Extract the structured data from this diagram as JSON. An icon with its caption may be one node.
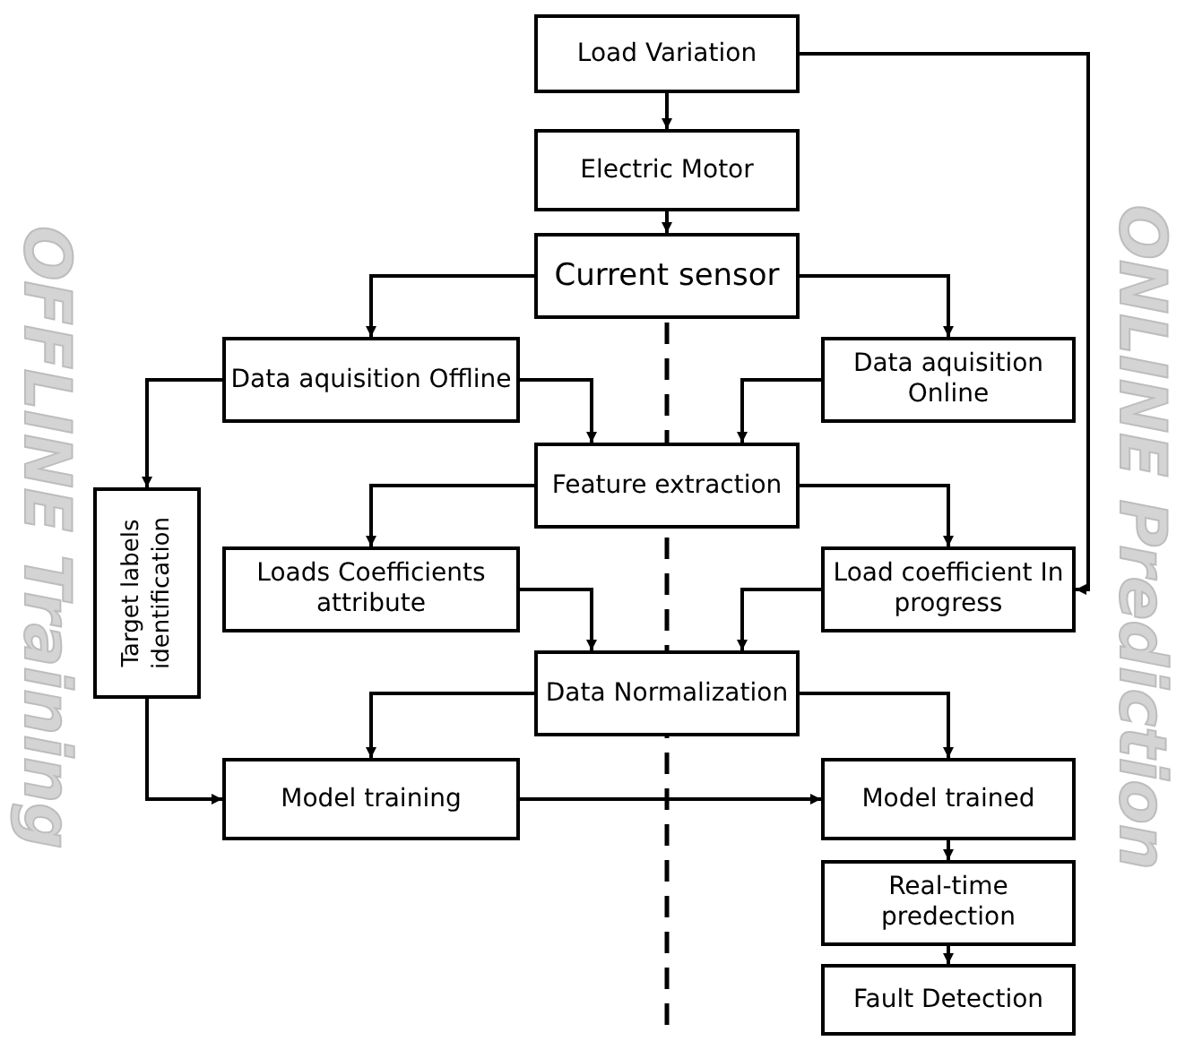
{
  "diagram": {
    "nodes": [
      {
        "text": [
          "Load Variation"
        ]
      },
      {
        "text": [
          "Electric Motor"
        ]
      },
      {
        "text": [
          "Current sensor"
        ]
      },
      {
        "text": [
          "Data aquisition Offline"
        ]
      },
      {
        "text": [
          "Data aquisition Online"
        ]
      },
      {
        "text": [
          "Feature extraction"
        ]
      },
      {
        "text": [
          "Target labels identification"
        ]
      },
      {
        "text": [
          "Loads Coefficients attribute"
        ]
      },
      {
        "text": [
          "Load coefficient In progress"
        ]
      },
      {
        "text": [
          "Data Normalization"
        ]
      },
      {
        "text": [
          "Model training"
        ]
      },
      {
        "text": [
          "Model trained"
        ]
      },
      {
        "text": [
          "Real-time predection"
        ]
      },
      {
        "text": [
          "Fault Detection"
        ]
      }
    ],
    "edges": [
      {
        "from": 0,
        "to": 1,
        "arrow": "to"
      },
      {
        "from": 1,
        "to": 2,
        "arrow": "to"
      },
      {
        "from": 2,
        "to": 3,
        "arrow": "to"
      },
      {
        "from": 2,
        "to": 4,
        "arrow": "to"
      },
      {
        "from": 3,
        "to": 5,
        "arrow": "to"
      },
      {
        "from": 4,
        "to": 5,
        "arrow": "to"
      },
      {
        "from": 3,
        "to": 6,
        "arrow": "to"
      },
      {
        "from": 5,
        "to": 7,
        "arrow": "to"
      },
      {
        "from": 5,
        "to": 8,
        "arrow": "to"
      },
      {
        "from": 7,
        "to": 9,
        "arrow": "to"
      },
      {
        "from": 8,
        "to": 9,
        "arrow": "to"
      },
      {
        "from": 9,
        "to": 10,
        "arrow": "to"
      },
      {
        "from": 9,
        "to": 11,
        "arrow": "to"
      },
      {
        "from": 6,
        "to": 10,
        "arrow": "to"
      },
      {
        "from": 10,
        "to": 11,
        "arrow": "to"
      },
      {
        "from": 11,
        "to": 12,
        "arrow": "to"
      },
      {
        "from": 12,
        "to": 13,
        "arrow": "to"
      },
      {
        "from": 0,
        "to": 8,
        "arrow": "to"
      }
    ],
    "labels": [
      "OFFLINE Training",
      "ONLINE Prediction"
    ]
  }
}
